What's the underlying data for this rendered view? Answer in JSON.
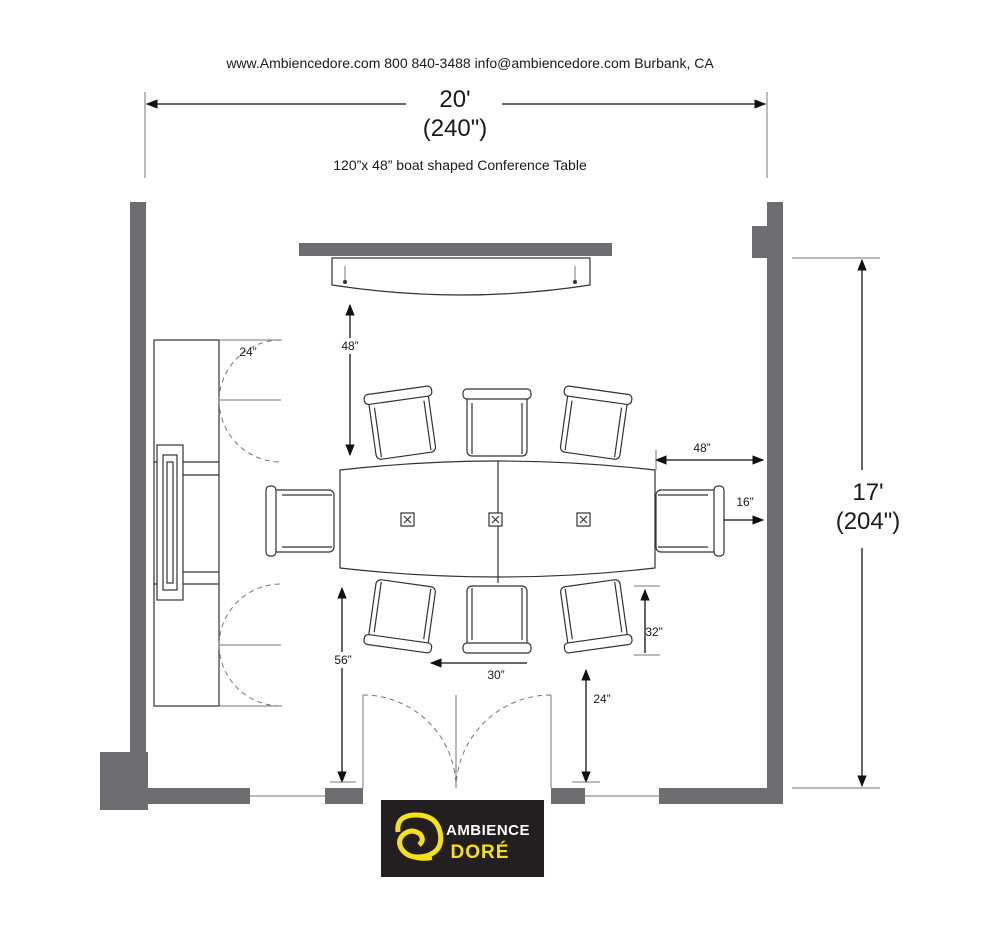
{
  "header": {
    "contact": "www.Ambiencedore.com 800 840-3488 info@ambiencedore.com Burbank, CA"
  },
  "dimensions": {
    "width_ft": "20'",
    "width_in": "(240\")",
    "height_ft": "17'",
    "height_in": "(204\")",
    "top_clearance": "48”",
    "right_clearance": "48”",
    "end_chair_clearance": "16”",
    "chair_depth": "32”",
    "chair_width": "30”",
    "bottom_clearance_left": "56”",
    "bottom_clearance_right": "24”",
    "credenza_door": "24”"
  },
  "caption": "120”x 48” boat shaped Conference Table",
  "logo": {
    "line1": "AMBIENCE",
    "line2": "DORÉ",
    "bg_color": "#231f20",
    "accent_color": "#f5e11a"
  },
  "colors": {
    "wall": "#6d6e71"
  }
}
